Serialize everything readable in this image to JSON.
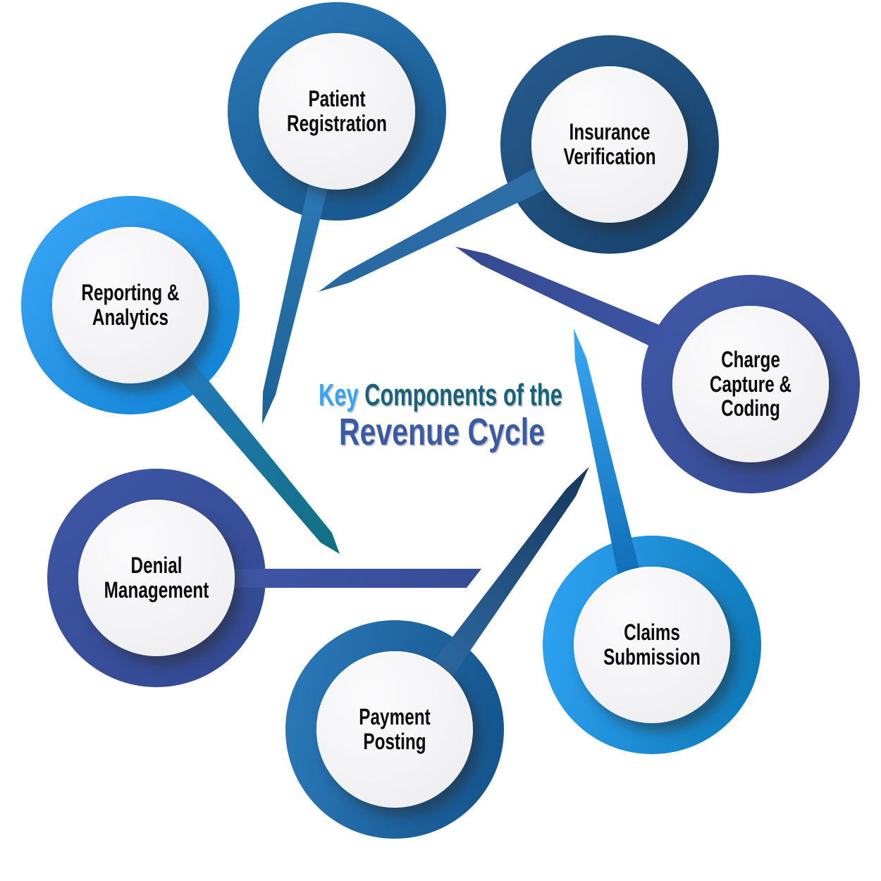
{
  "title": {
    "line1_accent": "Key",
    "line1_rest": " Components of the",
    "line2": "Revenue Cycle",
    "line1_accent_color": "#35a4f4",
    "line1_rest_color": "#17627a",
    "line2_color": "#3b5aa4"
  },
  "nodes": [
    {
      "id": "patient-registration",
      "label": "Patient Registration",
      "ring_colors": [
        "#2a7ab9",
        "#175286"
      ]
    },
    {
      "id": "insurance-verification",
      "label": "Insurance Verification",
      "ring_colors": [
        "#275d90",
        "#163f68"
      ]
    },
    {
      "id": "charge-capture-coding",
      "label": "Charge Capture & Coding",
      "ring_colors": [
        "#4259a8",
        "#34498f"
      ]
    },
    {
      "id": "claims-submission",
      "label": "Claims Submission",
      "ring_colors": [
        "#2fa3f4",
        "#0c77b5"
      ]
    },
    {
      "id": "payment-posting",
      "label": "Payment Posting",
      "ring_colors": [
        "#2b7ab9",
        "#14528a"
      ]
    },
    {
      "id": "denial-management",
      "label": "Denial Management",
      "ring_colors": [
        "#3f57a6",
        "#32478f"
      ]
    },
    {
      "id": "reporting-analytics",
      "label": "Reporting & Analytics",
      "ring_colors": [
        "#3ba6f6",
        "#0e7fd2"
      ]
    }
  ],
  "connectors": [
    {
      "from": "patient-registration",
      "color_start": "#2b79b6",
      "color_end": "#1d6294"
    },
    {
      "from": "insurance-verification",
      "color_start": "#2e6fa8",
      "color_end": "#2767a2"
    },
    {
      "from": "charge-capture-coding",
      "color_start": "#3e55a5",
      "color_end": "#35498f"
    },
    {
      "from": "claims-submission",
      "color_start": "#0f6ab4",
      "color_end": "#38a7f3"
    },
    {
      "from": "payment-posting",
      "color_start": "#2d689f",
      "color_end": "#16375c"
    },
    {
      "from": "denial-management",
      "color_start": "#4056a5",
      "color_end": "#364c96"
    },
    {
      "from": "reporting-analytics",
      "color_start": "#2379bd",
      "color_end": "#10707f"
    }
  ]
}
